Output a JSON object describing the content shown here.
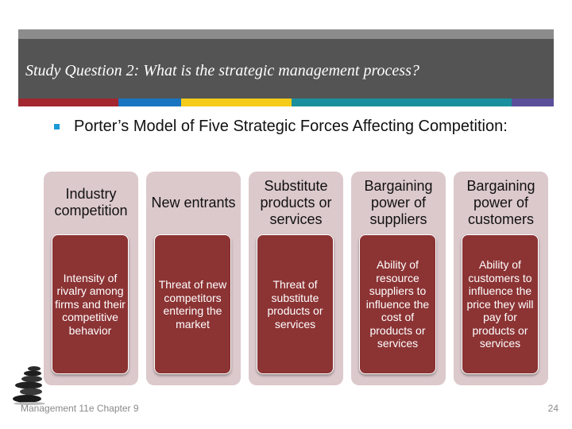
{
  "header": {
    "title": "Study Question 2: What is the strategic management process?"
  },
  "accent_colors": [
    "#a2272f",
    "#1975c1",
    "#f5cc19",
    "#1a8f9d",
    "#5b4f99"
  ],
  "bullet": {
    "icon": "square-bullet-icon",
    "text": "Porter’s Model of Five Strategic Forces Affecting Competition:"
  },
  "forces": [
    {
      "heading": "Industry competition",
      "description": "Intensity of rivalry among firms and their competitive behavior"
    },
    {
      "heading": "New entrants",
      "description": "Threat of new competitors entering the market"
    },
    {
      "heading": "Substitute products or services",
      "description": "Threat of substitute products or services"
    },
    {
      "heading": "Bargaining power of suppliers",
      "description": "Ability of resource suppliers to influence the cost of products or services"
    },
    {
      "heading": "Bargaining power of customers",
      "description": "Ability of customers to influence the price they will pay for products or services"
    }
  ],
  "footer": {
    "course": "Management 11e  Chapter 9",
    "page_number": "24"
  },
  "decor": {
    "stones_icon": "stacked-stones-icon"
  }
}
